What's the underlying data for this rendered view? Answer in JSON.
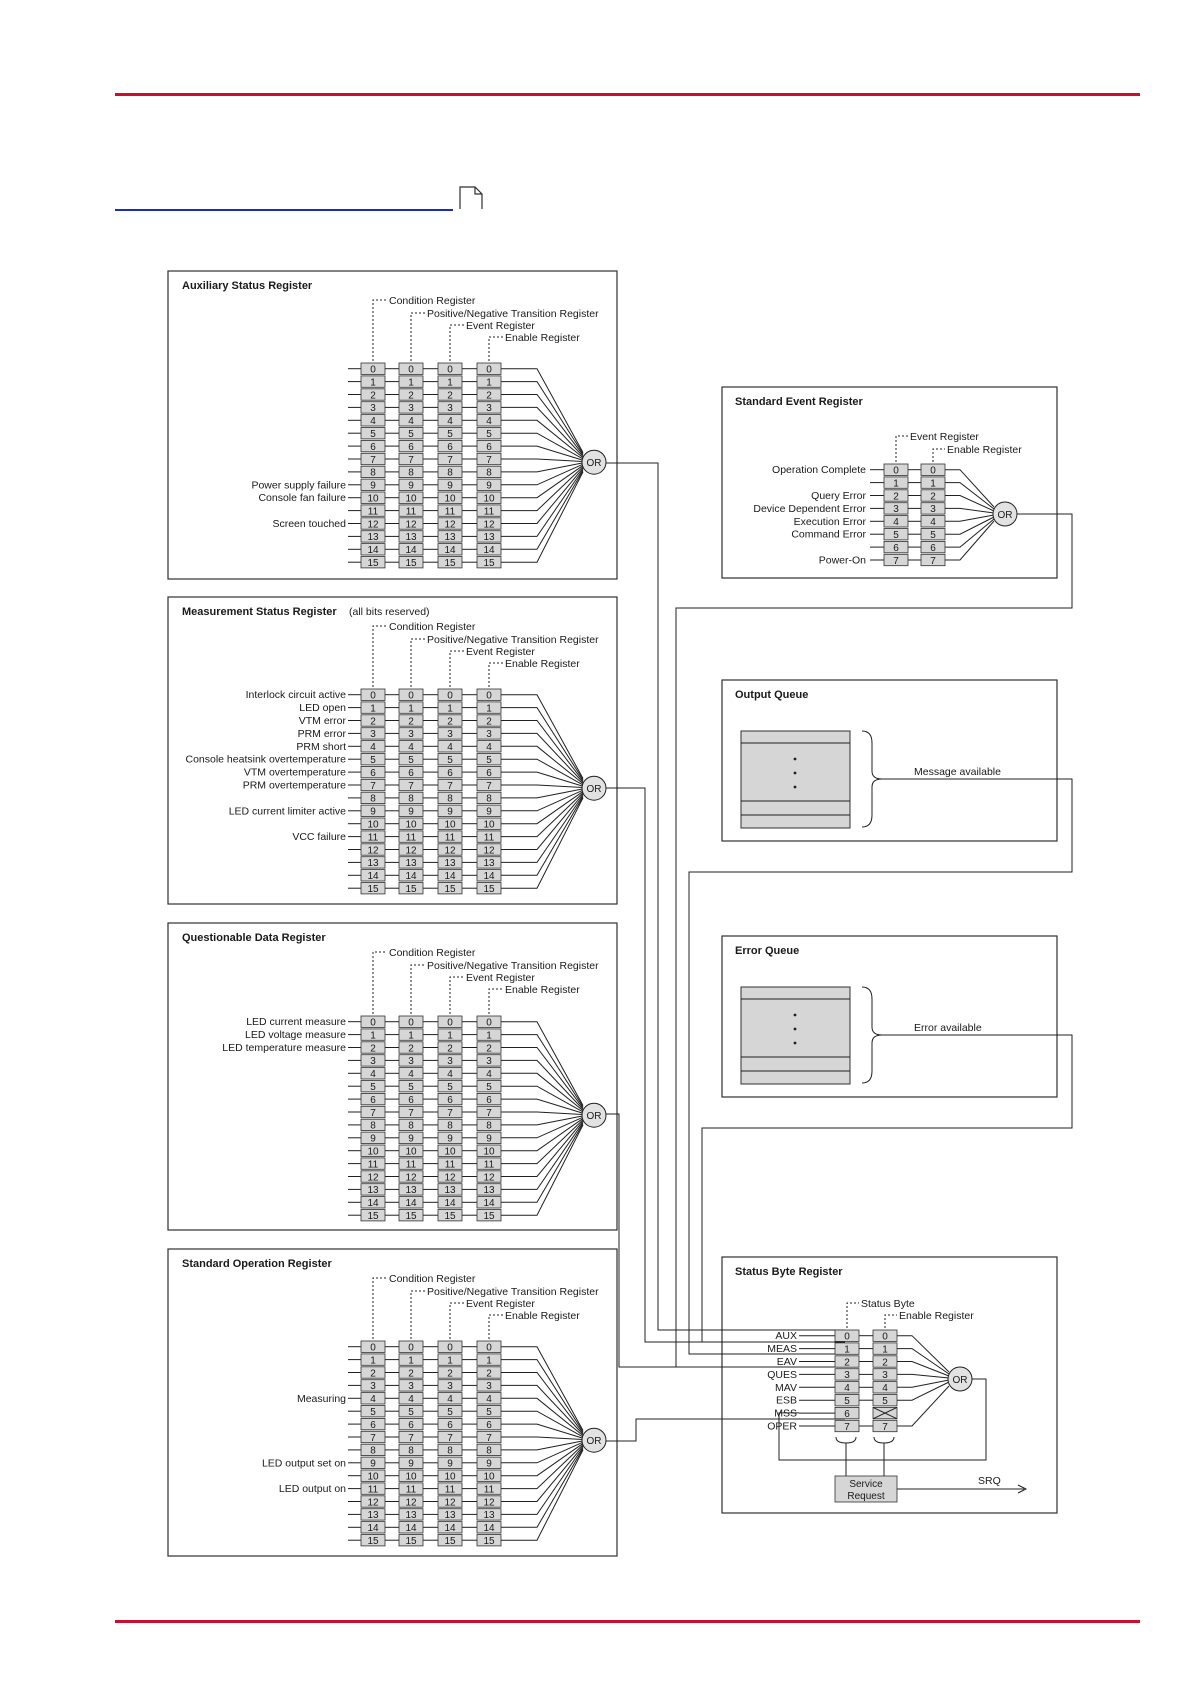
{
  "registers": {
    "aux": {
      "title": "Auxiliary Status Register",
      "subtitle": "",
      "columns": [
        "Condition Register",
        "Positive/Negative Transition Register",
        "Event Register",
        "Enable Register"
      ],
      "bit_labels": [
        {
          "bit": 9,
          "text": "Power supply failure"
        },
        {
          "bit": 10,
          "text": "Console fan failure"
        },
        {
          "bit": 12,
          "text": "Screen touched"
        }
      ]
    },
    "meas": {
      "title": "Measurement Status Register",
      "subtitle": "(all bits reserved)",
      "columns": [
        "Condition Register",
        "Positive/Negative Transition Register",
        "Event Register",
        "Enable Register"
      ],
      "bit_labels": [
        {
          "bit": 0,
          "text": "Interlock circuit active"
        },
        {
          "bit": 1,
          "text": "LED open"
        },
        {
          "bit": 2,
          "text": "VTM error"
        },
        {
          "bit": 3,
          "text": "PRM error"
        },
        {
          "bit": 4,
          "text": "PRM short"
        },
        {
          "bit": 5,
          "text": "Console heatsink overtemperature"
        },
        {
          "bit": 6,
          "text": "VTM overtemperature"
        },
        {
          "bit": 7,
          "text": "PRM overtemperature"
        },
        {
          "bit": 9,
          "text": "LED current limiter active"
        },
        {
          "bit": 11,
          "text": "VCC failure"
        }
      ]
    },
    "ques": {
      "title": "Questionable Data Register",
      "subtitle": "",
      "columns": [
        "Condition Register",
        "Positive/Negative Transition Register",
        "Event Register",
        "Enable Register"
      ],
      "bit_labels": [
        {
          "bit": 0,
          "text": "LED current measure"
        },
        {
          "bit": 1,
          "text": "LED voltage measure"
        },
        {
          "bit": 2,
          "text": "LED temperature measure"
        }
      ]
    },
    "oper": {
      "title": "Standard Operation Register",
      "subtitle": "",
      "columns": [
        "Condition Register",
        "Positive/Negative Transition Register",
        "Event Register",
        "Enable Register"
      ],
      "bit_labels": [
        {
          "bit": 4,
          "text": "Measuring"
        },
        {
          "bit": 9,
          "text": "LED output set on"
        },
        {
          "bit": 11,
          "text": "LED output on"
        }
      ]
    },
    "esr": {
      "title": "Standard Event Register",
      "columns": [
        "Event Register",
        "Enable Register"
      ],
      "bit_labels": [
        {
          "bit": 0,
          "text": "Operation Complete"
        },
        {
          "bit": 2,
          "text": "Query Error"
        },
        {
          "bit": 3,
          "text": "Device Dependent Error"
        },
        {
          "bit": 4,
          "text": "Execution Error"
        },
        {
          "bit": 5,
          "text": "Command Error"
        },
        {
          "bit": 7,
          "text": "Power-On"
        }
      ]
    },
    "stb": {
      "title": "Status Byte Register",
      "columns": [
        "Status Byte",
        "Enable Register"
      ],
      "bit_labels": [
        {
          "bit": 0,
          "text": "AUX"
        },
        {
          "bit": 1,
          "text": "MEAS"
        },
        {
          "bit": 2,
          "text": "EAV"
        },
        {
          "bit": 3,
          "text": "QUES"
        },
        {
          "bit": 4,
          "text": "MAV"
        },
        {
          "bit": 5,
          "text": "ESB"
        },
        {
          "bit": 6,
          "text": "MSS"
        },
        {
          "bit": 7,
          "text": "OPER"
        }
      ],
      "service_request": [
        "Service",
        "Request"
      ],
      "srq": "SRQ"
    }
  },
  "queues": {
    "output": {
      "title": "Output Queue",
      "label": "Message available"
    },
    "error": {
      "title": "Error Queue",
      "label": "Error available"
    }
  },
  "or_gate": "OR",
  "colors": {
    "rule": "#c8102e",
    "link": "#1a2fb3",
    "cell": "#d6d6d6"
  },
  "icons": {
    "page": "page-corner-icon"
  }
}
